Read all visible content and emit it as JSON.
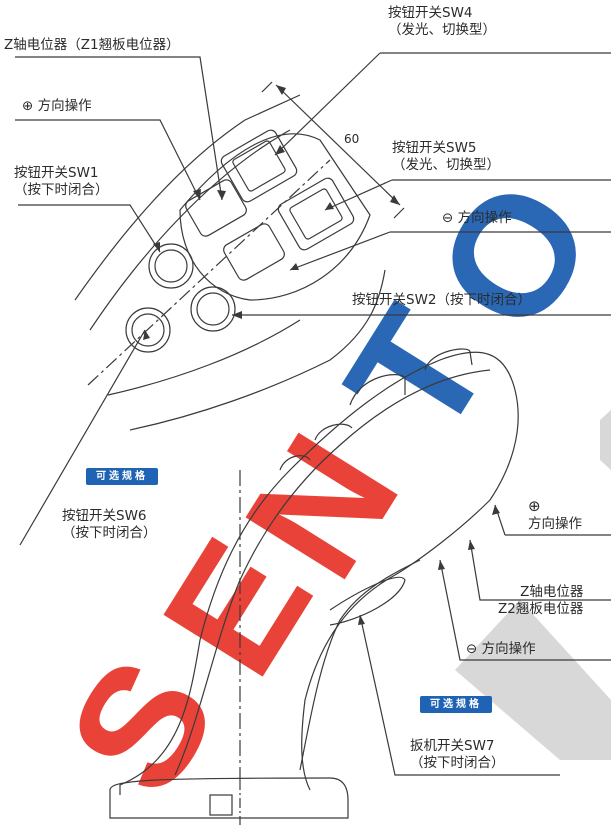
{
  "labels": {
    "z_pot": "Z轴电位器（Z1翘板电位器）",
    "sw4_line1": "按钮开关SW4",
    "sw4_line2": "（发光、切换型）",
    "plus_dir_top": "⊕ 方向操作",
    "dim_60": "60",
    "sw5_line1": "按钮开关SW5",
    "sw5_line2": "（发光、切换型）",
    "sw1_line1": "按钮开关SW1",
    "sw1_line2": "（按下时闭合）",
    "minus_dir_top": "⊖ 方向操作",
    "sw2": "按钮开关SW2（按下时闭合）",
    "optional_1": "可选规格",
    "sw6_line1": "按钮开关SW6",
    "sw6_line2": "（按下时闭合）",
    "plus_symbol": "⊕",
    "plus_dir_right": "方向操作",
    "z_pot2_line1": "Z轴电位器",
    "z_pot2_line2": "Z2翘板电位器",
    "minus_dir_bottom": "⊖ 方向操作",
    "optional_2": "可选规格",
    "sw7_line1": "扳机开关SW7",
    "sw7_line2": "（按下时闭合）"
  },
  "watermark": {
    "text": "SENTOP",
    "colors": {
      "red": "#e8392f",
      "blue": "#1f5fb0",
      "gray": "#9a9a9a"
    }
  },
  "colors": {
    "line": "#3a3a3a",
    "badge": "#1f63b4"
  }
}
